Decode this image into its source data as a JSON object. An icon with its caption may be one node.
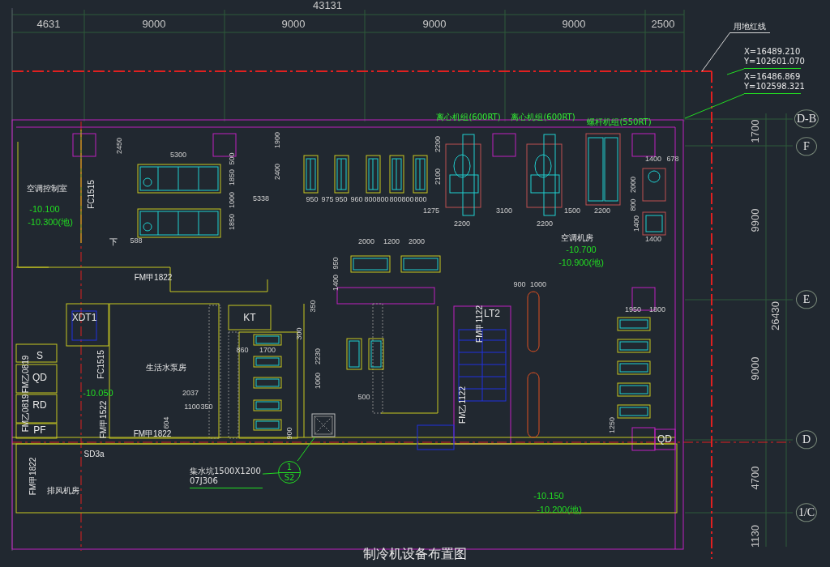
{
  "diagram": {
    "title": "制冷机设备布置图",
    "nodes": [
      {
        "text": [
          "1",
          "S2"
        ]
      },
      {
        "text": [],
        "shape": "box"
      },
      {
        "text": [
          "集水坑1500X1200",
          "07J306"
        ]
      },
      {
        "text": [
          "X=16489.210",
          "Y=102601.070"
        ]
      },
      {
        "text": [
          "X=16486.869",
          "Y=102598.321"
        ]
      },
      {
        "text": [
          "用地红线"
        ]
      }
    ],
    "edges": [
      {
        "from": 2,
        "to": 0,
        "arrow": "none",
        "color": "#22dd22"
      },
      {
        "from": 0,
        "to": 1,
        "arrow": "none",
        "color": "#22dd22"
      },
      {
        "from": 3,
        "to": null,
        "arrow": "none",
        "color": "#22dd22"
      },
      {
        "from": 4,
        "to": null,
        "arrow": "none",
        "color": "#22dd22"
      },
      {
        "from": 5,
        "to": null,
        "arrow": "none",
        "color": "#d8d8d8"
      }
    ],
    "labels": [
      "43131",
      "4631",
      "9000",
      "9000",
      "9000",
      "9000",
      "2500",
      "D-B",
      "F",
      "E",
      "D",
      "1/C",
      "1700",
      "9900",
      "26430",
      "9000",
      "4700",
      "1130",
      "离心机组(600RT)",
      "离心机组(600RT)",
      "螺杆机组(550RT)",
      "2200",
      "2100",
      "1275",
      "3100",
      "1500",
      "2200",
      "2200",
      "2200",
      "1400",
      "678",
      "2000",
      "800",
      "1400",
      "1400",
      "空调机房",
      "-10.700",
      "-10.900(地)",
      "1900",
      "2400",
      "5338",
      "950",
      "975",
      "950",
      "960",
      "800",
      "800",
      "800",
      "800",
      "800",
      "2450",
      "5300",
      "500",
      "1850",
      "1000",
      "1850",
      "空调控制室",
      "-10.100",
      "-10.300(地)",
      "FC1515",
      "下",
      "588",
      "2000",
      "1200",
      "2000",
      "950",
      "1400",
      "FM甲1822",
      "XDT1",
      "S",
      "QD",
      "RD",
      "PF",
      "FM乙0819",
      "FM乙0819",
      "FC1515",
      "-10.050",
      "FM甲1522",
      "KT",
      "生活水泵房",
      "2037",
      "1100",
      "350",
      "604",
      "FM甲1822",
      "SD3a",
      "860",
      "1700",
      "300",
      "900",
      "350",
      "2230",
      "1000",
      "500",
      "LT2",
      "FM甲1122",
      "FM乙1122",
      "900",
      "1000",
      "1950",
      "1800",
      "QD",
      "1250",
      "-10.150",
      "-10.200(地)",
      "排风机房",
      "FM甲1822"
    ]
  }
}
